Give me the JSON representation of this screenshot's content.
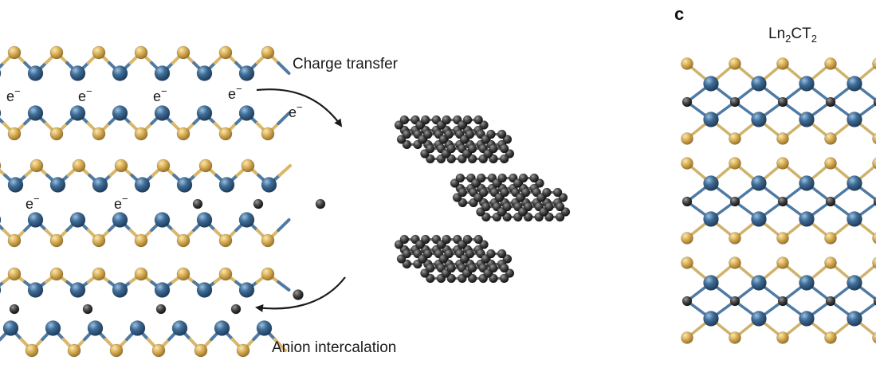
{
  "labels": {
    "electron": "e",
    "electron_sup": "−",
    "charge_transfer": "Charge transfer",
    "anion_intercalation": "Anion intercalation",
    "panel_c": "c",
    "formula_base": "Ln",
    "formula_sub1": "2",
    "formula_mid": "CT",
    "formula_sub2": "2"
  },
  "colors": {
    "metal_atom": "#3b6690",
    "chalcogen_atom": "#d4ad55",
    "carbon_atom": "#4a4a4a",
    "arrow": "#1a1a1a"
  }
}
